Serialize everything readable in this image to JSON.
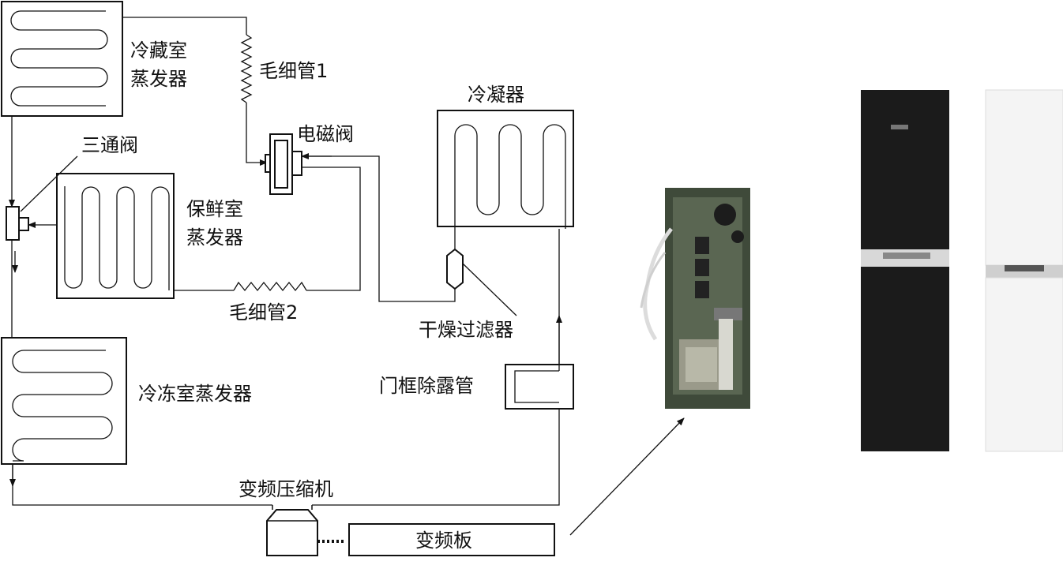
{
  "labels": {
    "fridge_evaporator_l1": "冷藏室",
    "fridge_evaporator_l2": "蒸发器",
    "capillary1": "毛细管1",
    "solenoid_valve": "电磁阀",
    "condenser": "冷凝器",
    "three_way_valve": "三通阀",
    "fresh_evaporator_l1": "保鲜室",
    "fresh_evaporator_l2": "蒸发器",
    "capillary2": "毛细管2",
    "dryer_filter": "干燥过滤器",
    "freezer_evaporator": "冷冻室蒸发器",
    "door_frame_pipe": "门框除露管",
    "compressor": "变频压缩机",
    "inverter_board": "变频板"
  },
  "colors": {
    "line": "#111111",
    "background": "#ffffff",
    "fridge_dark": "#1b1b1b",
    "fridge_white": "#f4f4f4",
    "pcb_green": "#3f4a3a"
  }
}
